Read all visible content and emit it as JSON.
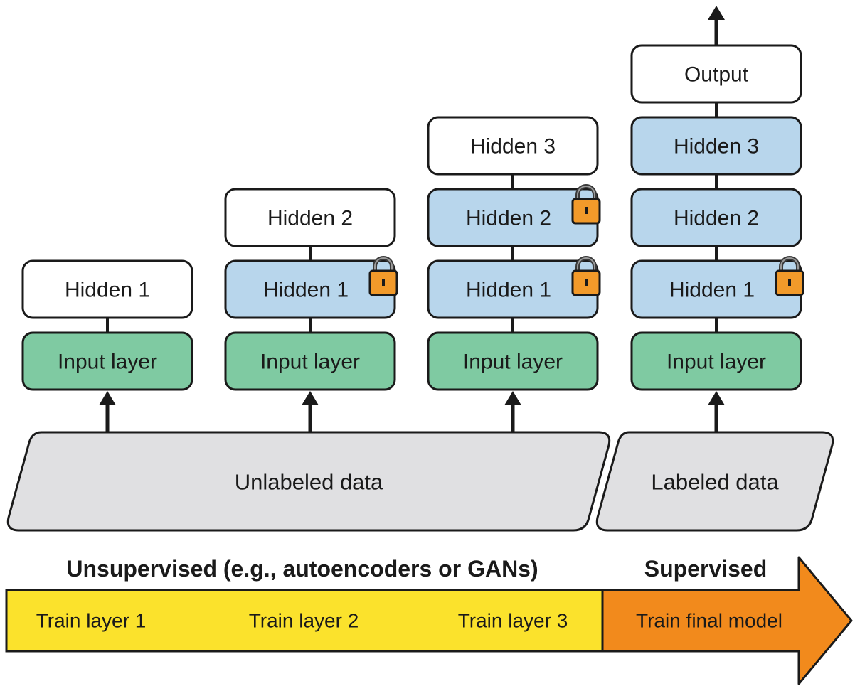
{
  "colors": {
    "frozen_fill": "#b8d6ec",
    "input_fill": "#7fcaa2",
    "new_fill": "#ffffff",
    "data_fill": "#e0e0e2",
    "unsupervised_band": "#fbe22c",
    "supervised_band": "#f28a1c",
    "lock_body": "#f29a2a",
    "stroke": "#1a1a1a"
  },
  "stages": [
    {
      "layers": [
        {
          "label": "Input layer",
          "kind": "input",
          "locked": false
        },
        {
          "label": "Hidden 1",
          "kind": "new",
          "locked": false
        }
      ],
      "top_arrow": false
    },
    {
      "layers": [
        {
          "label": "Input layer",
          "kind": "input",
          "locked": false
        },
        {
          "label": "Hidden 1",
          "kind": "frozen",
          "locked": true
        },
        {
          "label": "Hidden 2",
          "kind": "new",
          "locked": false
        }
      ],
      "top_arrow": false
    },
    {
      "layers": [
        {
          "label": "Input layer",
          "kind": "input",
          "locked": false
        },
        {
          "label": "Hidden 1",
          "kind": "frozen",
          "locked": true
        },
        {
          "label": "Hidden 2",
          "kind": "frozen",
          "locked": true
        },
        {
          "label": "Hidden 3",
          "kind": "new",
          "locked": false
        }
      ],
      "top_arrow": false
    },
    {
      "layers": [
        {
          "label": "Input layer",
          "kind": "input",
          "locked": false
        },
        {
          "label": "Hidden 1",
          "kind": "frozen",
          "locked": true
        },
        {
          "label": "Hidden 2",
          "kind": "frozen",
          "locked": false
        },
        {
          "label": "Hidden 3",
          "kind": "frozen",
          "locked": false
        },
        {
          "label": "Output",
          "kind": "new",
          "locked": false
        }
      ],
      "top_arrow": true
    }
  ],
  "data_blocks": {
    "unlabeled": "Unlabeled data",
    "labeled": "Labeled data"
  },
  "phases": {
    "unsupervised": "Unsupervised (e.g., autoencoders or GANs)",
    "supervised": "Supervised"
  },
  "steps": [
    "Train layer 1",
    "Train layer 2",
    "Train layer 3",
    "Train final model"
  ]
}
